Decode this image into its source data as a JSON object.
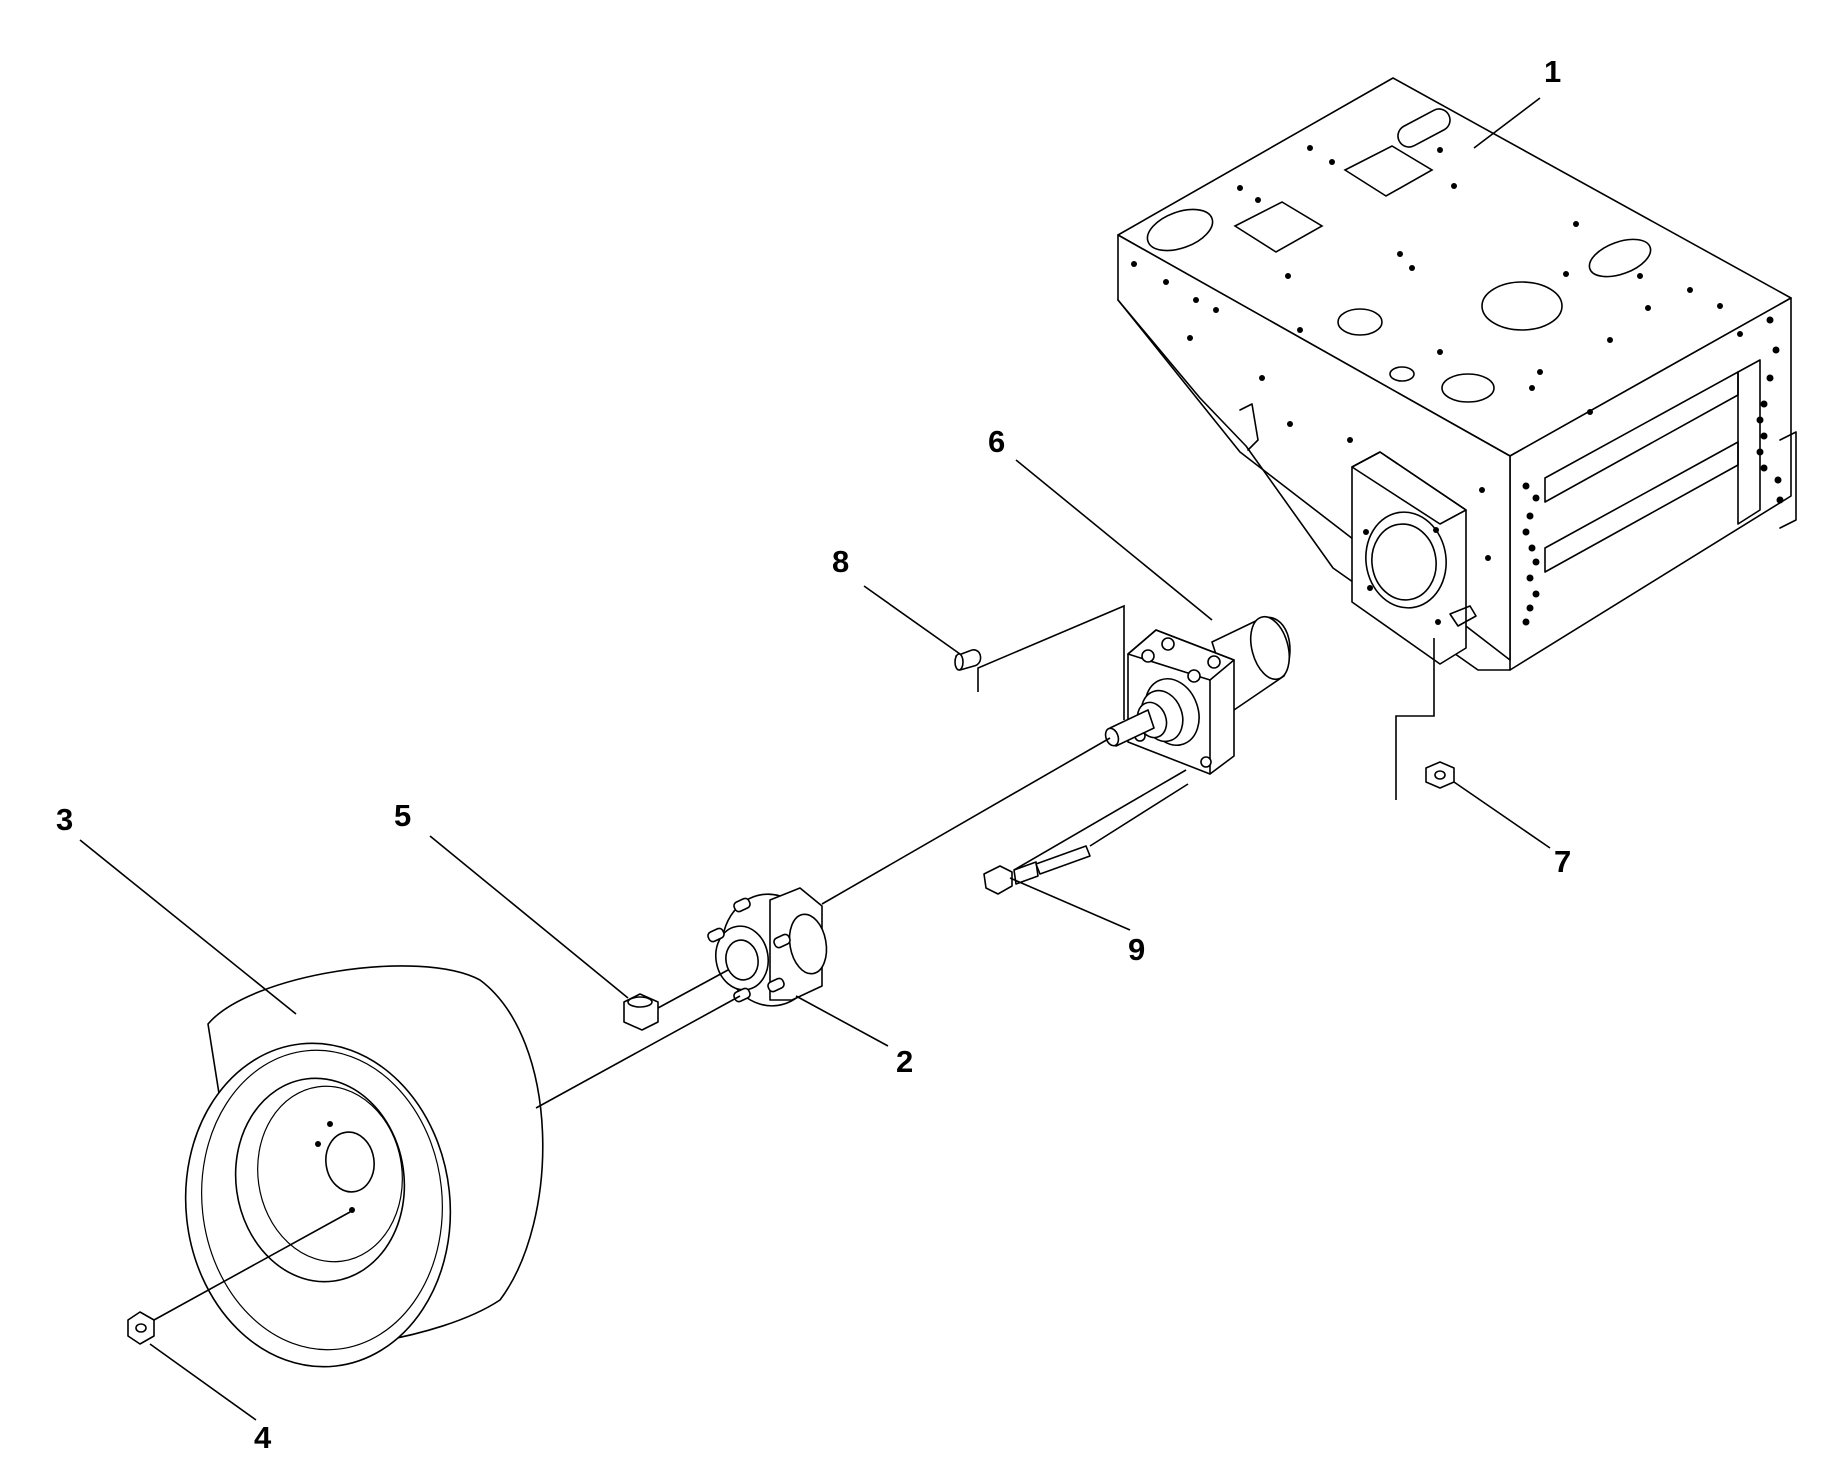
{
  "callouts": [
    {
      "id": "1",
      "label": "1",
      "part": "frame"
    },
    {
      "id": "2",
      "label": "2",
      "part": "hub"
    },
    {
      "id": "3",
      "label": "3",
      "part": "wheel"
    },
    {
      "id": "4",
      "label": "4",
      "part": "lug-nut"
    },
    {
      "id": "5",
      "label": "5",
      "part": "hub-nut"
    },
    {
      "id": "6",
      "label": "6",
      "part": "wheel-motor"
    },
    {
      "id": "7",
      "label": "7",
      "part": "flange-nut"
    },
    {
      "id": "8",
      "label": "8",
      "part": "key"
    },
    {
      "id": "9",
      "label": "9",
      "part": "bolt"
    }
  ],
  "colors": {
    "line": "#000000",
    "background": "#ffffff"
  }
}
